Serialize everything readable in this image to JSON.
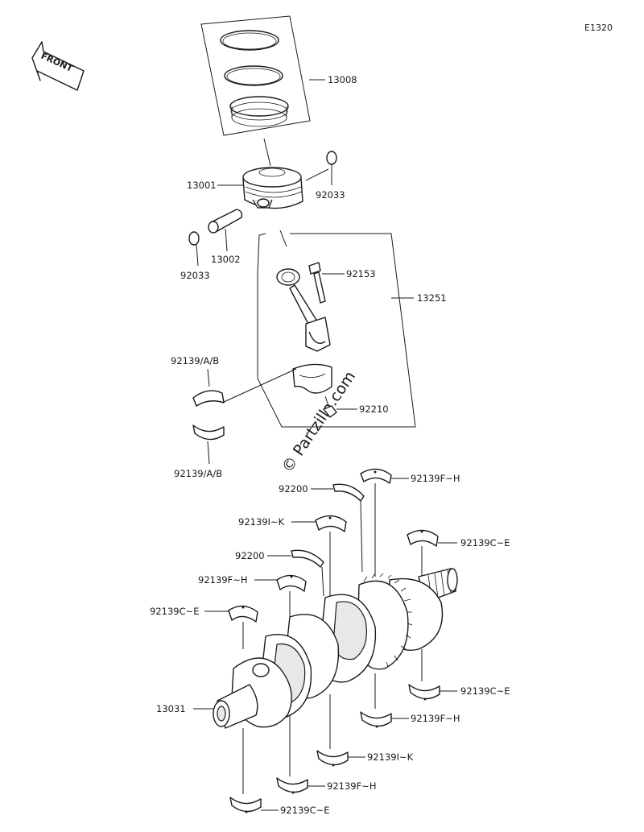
{
  "diagram_code": "E1320",
  "front_label": "FRONT",
  "watermark": "© Partzilla.com",
  "callouts": {
    "c13008": "13008",
    "c13001": "13001",
    "c92033_a": "92033",
    "c92033_b": "92033",
    "c13002": "13002",
    "c92153": "92153",
    "c13251": "13251",
    "c92139ab_a": "92139/A/B",
    "c92139ab_b": "92139/A/B",
    "c92210": "92210",
    "c92200_a": "92200",
    "c92139fh_1": "92139F~H",
    "c92139ik_1": "92139I~K",
    "c92139ce_1": "92139C~E",
    "c92200_b": "92200",
    "c92139fh_2": "92139F~H",
    "c92139ce_2": "92139C~E",
    "c13031": "13031",
    "c92139ce_3": "92139C~E",
    "c92139fh_3": "92139F~H",
    "c92139ik_2": "92139I~K",
    "c92139fh_4": "92139F~H",
    "c92139ce_4": "92139C~E"
  }
}
